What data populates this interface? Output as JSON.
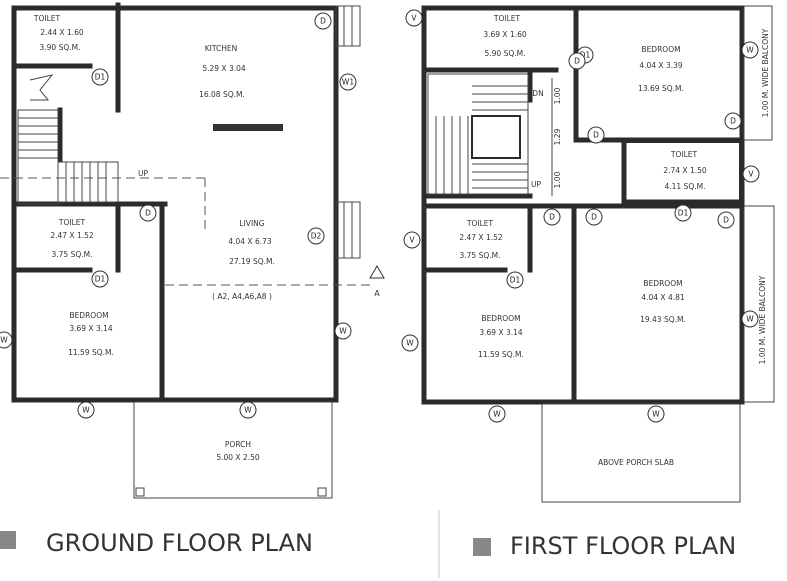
{
  "ground_floor": {
    "title": "GROUND FLOOR PLAN",
    "toilet_top": {
      "name": "TOILET",
      "dims": "2.44 X 1.60",
      "area": "3.90 SQ.M."
    },
    "kitchen": {
      "name": "KITCHEN",
      "dims": "5.29 X 3.04",
      "area": "16.08 SQ.M."
    },
    "toilet_mid": {
      "name": "TOILET",
      "dims": "2.47 X 1.52",
      "area": "3.75 SQ.M."
    },
    "living": {
      "name": "LIVING",
      "dims": "4.04 X 6.73",
      "area": "27.19 SQ.M.",
      "note": "( A2, A4,A6,A8 )"
    },
    "bedroom": {
      "name": "BEDROOM",
      "dims": "3.69 X 3.14",
      "area": "11.59 SQ.M."
    },
    "porch": {
      "name": "PORCH",
      "dims": "5.00 X 2.50"
    },
    "stair_label": "UP",
    "section_label": "A"
  },
  "first_floor": {
    "title": "FIRST FLOOR PLAN",
    "toilet_top": {
      "name": "TOILET",
      "dims": "3.69 X 1.60",
      "area": "5.90 SQ.M."
    },
    "bedroom_top": {
      "name": "BEDROOM",
      "dims": "4.04 X 3.39",
      "area": "13.69 SQ.M."
    },
    "toilet_right": {
      "name": "TOILET",
      "dims": "2.74 X 1.50",
      "area": "4.11 SQ.M."
    },
    "toilet_left": {
      "name": "TOILET",
      "dims": "2.47 X 1.52",
      "area": "3.75 SQ.M."
    },
    "bedroom_left": {
      "name": "BEDROOM",
      "dims": "3.69 X 3.14",
      "area": "11.59 SQ.M."
    },
    "bedroom_right": {
      "name": "BEDROOM",
      "dims": "4.04 X 4.81",
      "area": "19.43 SQ.M."
    },
    "above_porch": "ABOVE PORCH SLAB",
    "balcony_top": "1.00 M. WIDE BALCONY",
    "balcony_bottom": "1.00 M. WIDE BALCONY",
    "stair_dn": "DN",
    "stair_up": "UP",
    "stair_dims": [
      "1.00",
      "1.29",
      "1.00"
    ]
  },
  "markers": {
    "door": "D",
    "door1": "D1",
    "door2": "D2",
    "window": "W",
    "window1": "W1",
    "ventilator": "V"
  }
}
